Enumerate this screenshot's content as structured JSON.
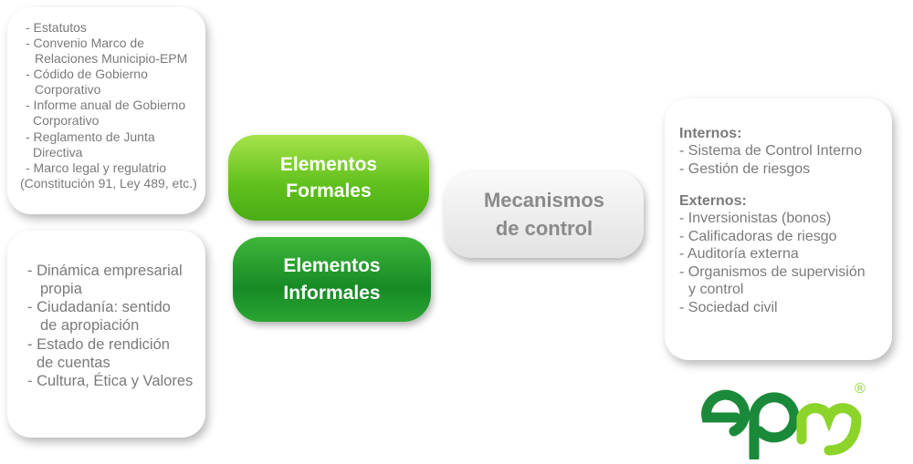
{
  "formal_docs": [
    "- Estatutos",
    "- Convenio Marco de",
    "  Relaciones Municipio-EPM",
    "- Códido de Gobierno",
    "  Corporativo",
    "- Informe anual de Gobierno",
    "  Corporativo",
    "- Reglamento de Junta",
    "  Directiva",
    "- Marco legal y regulatrio",
    "(Constitución 91, Ley 489, etc.)"
  ],
  "informal_items": [
    "- Dinámica empresarial",
    "  propia",
    "- Ciudadanía: sentido",
    "  de apropiación",
    "- Estado de rendición",
    "  de cuentas",
    "- Cultura, Ética y Valores"
  ],
  "formales": {
    "line1": "Elementos",
    "line2": "Formales"
  },
  "informales": {
    "line1": "Elementos",
    "line2": "Informales"
  },
  "mecanismos": {
    "line1": "Mecanismos",
    "line2": "de control"
  },
  "controls": {
    "internos_title": "Internos:",
    "internos": [
      "- Sistema de Control Interno",
      "- Gestión de riesgos"
    ],
    "externos_title": "Externos:",
    "externos": [
      "- Inversionistas (bonos)",
      "- Calificadoras de riesgo",
      "- Auditoría externa",
      "- Organismos de supervisión",
      "  y control",
      "- Sociedad civil"
    ]
  },
  "logo": {
    "text": "epm",
    "registered": "®"
  },
  "colors": {
    "green_light": "#7ccc22",
    "green_dark": "#1a9a2e",
    "gray_text": "#7a7a7a"
  }
}
